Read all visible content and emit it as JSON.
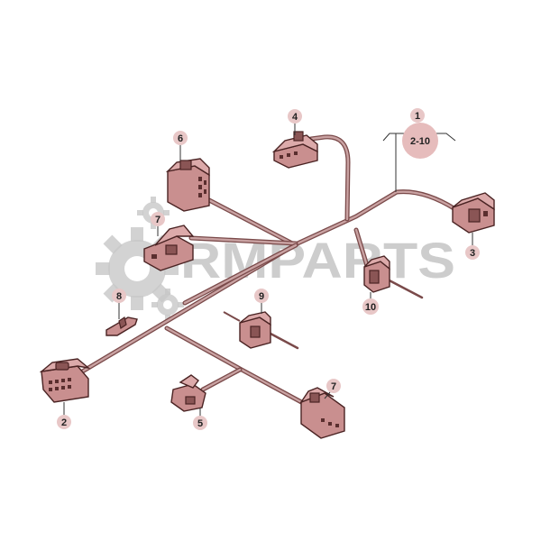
{
  "diagram": {
    "watermark": "RMPARTS",
    "callouts": {
      "c1": "1",
      "c1_range": "2-10",
      "c2": "2",
      "c3": "3",
      "c4": "4",
      "c5": "5",
      "c6": "6",
      "c7a": "7",
      "c7b": "7",
      "c8": "8",
      "c9": "9",
      "c10": "10"
    },
    "colors": {
      "connector": "#c98f8f",
      "wire": "#7a4a4a",
      "callout_bg": "#e8c7c7"
    }
  }
}
